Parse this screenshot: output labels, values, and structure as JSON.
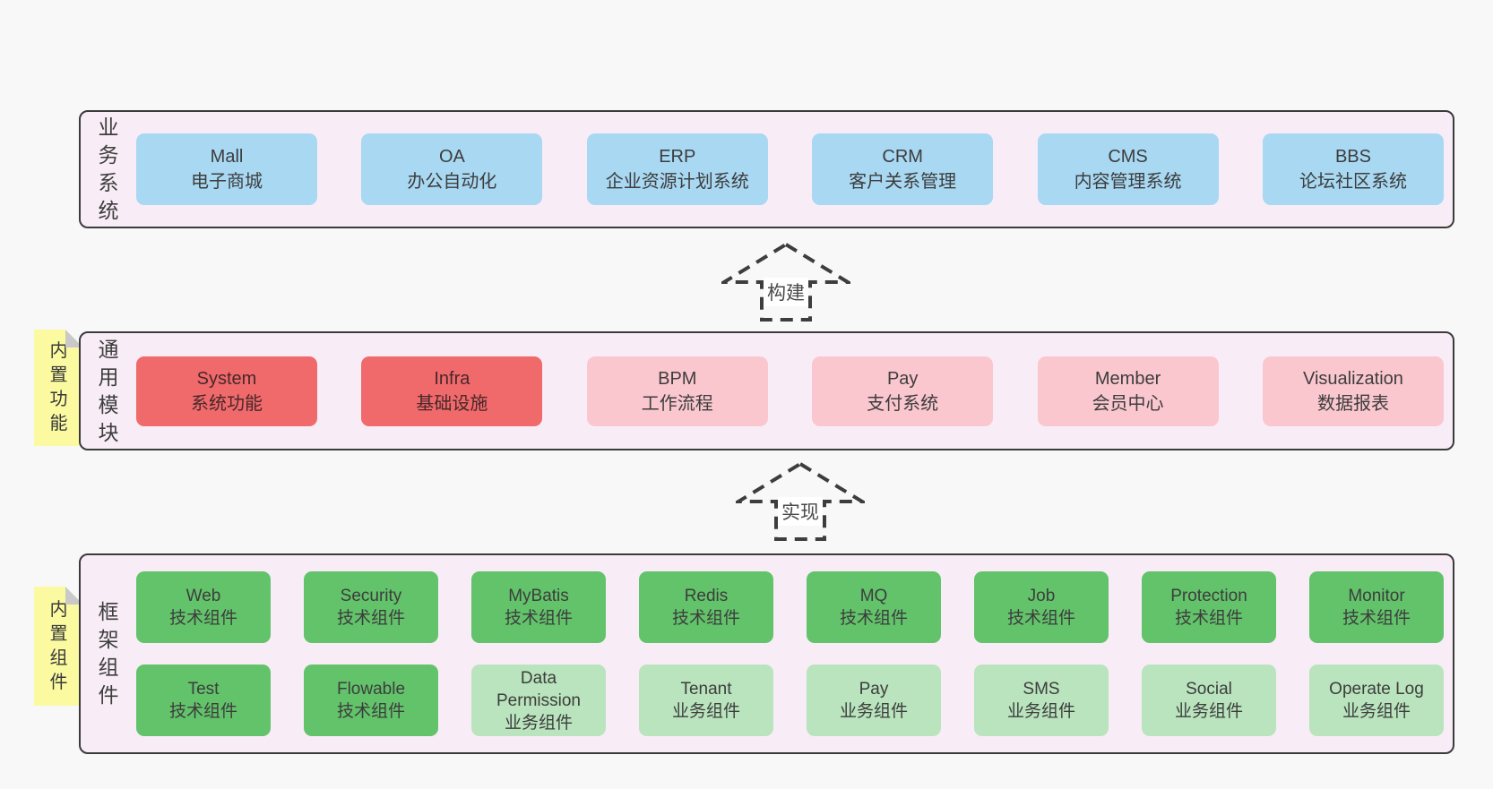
{
  "colors": {
    "page_bg": "#f8f8f8",
    "band_bg": "#f8edf6",
    "band_border": "#3b3b3b",
    "blue_box": "#a8d8f2",
    "red_box": "#f0696b",
    "pink_box": "#fac7cf",
    "green_dark_box": "#62c36a",
    "green_light_box": "#b9e4bd",
    "note_yellow": "#fbfaa0",
    "note_fold_grey": "#c9c9c9",
    "arrow_stroke": "#3d3d3d",
    "text_dark": "#3d3d3d"
  },
  "bands": {
    "business": {
      "label": "业\n务\n系\n统",
      "boxes": [
        {
          "en": "Mall",
          "zh": "电子商城"
        },
        {
          "en": "OA",
          "zh": "办公自动化"
        },
        {
          "en": "ERP",
          "zh": "企业资源计划系统"
        },
        {
          "en": "CRM",
          "zh": "客户关系管理"
        },
        {
          "en": "CMS",
          "zh": "内容管理系统"
        },
        {
          "en": "BBS",
          "zh": "论坛社区系统"
        }
      ]
    },
    "modules": {
      "label": "通\n用\n模\n块",
      "note": "内\n置\n功\n能",
      "boxes": [
        {
          "en": "System",
          "zh": "系统功能"
        },
        {
          "en": "Infra",
          "zh": "基础设施"
        },
        {
          "en": "BPM",
          "zh": "工作流程"
        },
        {
          "en": "Pay",
          "zh": "支付系统"
        },
        {
          "en": "Member",
          "zh": "会员中心"
        },
        {
          "en": "Visualization",
          "zh": "数据报表"
        }
      ]
    },
    "components": {
      "label": "框\n架\n组\n件",
      "note": "内\n置\n组\n件",
      "row1": [
        {
          "en": "Web",
          "zh": "技术组件"
        },
        {
          "en": "Security",
          "zh": "技术组件"
        },
        {
          "en": "MyBatis",
          "zh": "技术组件"
        },
        {
          "en": "Redis",
          "zh": "技术组件"
        },
        {
          "en": "MQ",
          "zh": "技术组件"
        },
        {
          "en": "Job",
          "zh": "技术组件"
        },
        {
          "en": "Protection",
          "zh": "技术组件"
        },
        {
          "en": "Monitor",
          "zh": "技术组件"
        }
      ],
      "row2": [
        {
          "en": "Test",
          "zh": "技术组件"
        },
        {
          "en": "Flowable",
          "zh": "技术组件"
        },
        {
          "en": "Data Permission",
          "zh": "业务组件"
        },
        {
          "en": "Tenant",
          "zh": "业务组件"
        },
        {
          "en": "Pay",
          "zh": "业务组件"
        },
        {
          "en": "SMS",
          "zh": "业务组件"
        },
        {
          "en": "Social",
          "zh": "业务组件"
        },
        {
          "en": "Operate Log",
          "zh": "业务组件"
        }
      ]
    }
  },
  "arrows": {
    "build": {
      "label": "构建"
    },
    "implement": {
      "label": "实现"
    }
  }
}
